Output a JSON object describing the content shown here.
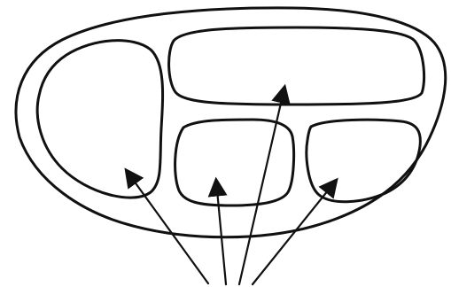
{
  "colors": {
    "ink": "#111111",
    "paper": "#ffffff"
  },
  "diagram": {
    "type": "line-drawing",
    "shapes": [
      "outer-oval",
      "left-compartment",
      "top-right-compartment",
      "center-compartment",
      "right-compartment"
    ],
    "arrows": [
      "arrow-left-compartment",
      "arrow-center-compartment",
      "arrow-top-compartment",
      "arrow-right-compartment"
    ]
  }
}
